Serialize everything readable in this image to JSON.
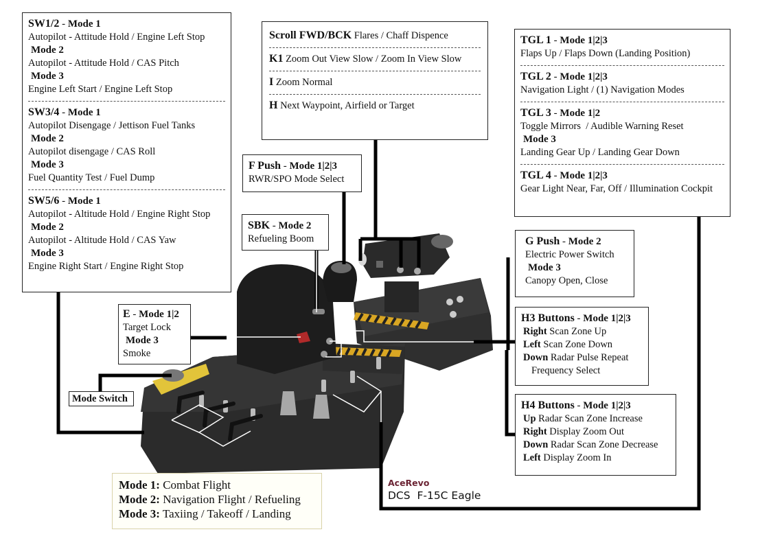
{
  "sw_box": {
    "sections": [
      {
        "control": "SW1/2",
        "modes": [
          {
            "mode": "Mode 1",
            "action": "Autopilot - Attitude Hold / Engine Left Stop"
          },
          {
            "mode": "Mode 2",
            "action": "Autopilot - Attitude Hold / CAS Pitch"
          },
          {
            "mode": "Mode 3",
            "action": "Engine Left Start / Engine Left Stop"
          }
        ]
      },
      {
        "control": "SW3/4",
        "modes": [
          {
            "mode": "Mode 1",
            "action": "Autopilot Disengage / Jettison Fuel Tanks"
          },
          {
            "mode": "Mode 2",
            "action": "Autopilot disengage / CAS Roll"
          },
          {
            "mode": "Mode 3",
            "action": "Fuel Quantity Test / Fuel Dump"
          }
        ]
      },
      {
        "control": "SW5/6",
        "modes": [
          {
            "mode": "Mode 1",
            "action": "Autopilot - Altitude Hold / Engine Right Stop"
          },
          {
            "mode": "Mode 2",
            "action": "Autopilot - Altitude Hold / CAS Yaw"
          },
          {
            "mode": "Mode 3",
            "action": "Engine Right Start / Engine Right Stop"
          }
        ]
      }
    ]
  },
  "scroll_box": {
    "items": [
      {
        "key": "Scroll FWD/BCK",
        "action": "Flares / Chaff Dispence"
      },
      {
        "key": "K1",
        "action": "Zoom Out View Slow / Zoom In View Slow"
      },
      {
        "key": "I",
        "action": "Zoom Normal"
      },
      {
        "key": "H",
        "action": "Next Waypoint, Airfield or Target"
      }
    ]
  },
  "fpush_box": {
    "control": "F Push",
    "mode": "Mode 1|2|3",
    "action": "RWR/SPO Mode Select"
  },
  "sbk_box": {
    "control": "SBK",
    "mode": "Mode 2",
    "action": "Refueling Boom"
  },
  "e_box": {
    "control": "E",
    "mode1": "Mode 1|2",
    "action1": "Target Lock",
    "mode2": "Mode 3",
    "action2": "Smoke"
  },
  "mode_switch": {
    "label": "Mode Switch"
  },
  "tgl_box": {
    "sections": [
      {
        "control": "TGL 1",
        "mode": "Mode 1|2|3",
        "lines": [
          "Flaps Up / Flaps Down (Landing Position)"
        ]
      },
      {
        "control": "TGL 2",
        "mode": "Mode 1|2|3",
        "lines": [
          "Navigation Light / (1) Navigation Modes"
        ]
      },
      {
        "control": "TGL 3",
        "mode": "Mode 1|2",
        "lines": [
          "Toggle Mirrors  / Audible Warning Reset"
        ],
        "extra_mode": "Mode 3",
        "extra_lines": [
          "Landing Gear Up / Landing Gear Down"
        ]
      },
      {
        "control": "TGL 4",
        "mode": "Mode 1|2|3",
        "lines": [
          "Gear Light Near, Far, Off / Illumination Cockpit"
        ]
      }
    ]
  },
  "gpush_box": {
    "control": "G Push",
    "mode1": "Mode 2",
    "action1": "Electric Power Switch",
    "mode2": "Mode 3",
    "action2": "Canopy Open, Close"
  },
  "h3_box": {
    "control": "H3 Buttons",
    "mode": "Mode 1|2|3",
    "items": [
      {
        "dir": "Right",
        "action": "Scan Zone Up"
      },
      {
        "dir": "Left",
        "action": "Scan Zone Down"
      },
      {
        "dir": "Down",
        "action": "Radar Pulse Repeat"
      }
    ],
    "continuation": "Frequency Select"
  },
  "h4_box": {
    "control": "H4 Buttons",
    "mode": "Mode 1|2|3",
    "items": [
      {
        "dir": "Up",
        "action": "Radar Scan Zone Increase"
      },
      {
        "dir": "Right",
        "action": "Display Zoom Out"
      },
      {
        "dir": "Down",
        "action": "Radar Scan Zone Decrease"
      },
      {
        "dir": "Left",
        "action": "Display Zoom In"
      }
    ]
  },
  "legend": {
    "items": [
      {
        "mode": "Mode 1:",
        "desc": "Combat Flight"
      },
      {
        "mode": "Mode 2:",
        "desc": "Navigation Flight / Refueling"
      },
      {
        "mode": "Mode 3:",
        "desc": "Taxiing / Takeoff / Landing"
      }
    ]
  },
  "brand": {
    "org": "AceRevo",
    "title": "DCS  F-15C Eagle"
  },
  "colors": {
    "brand": "#6b2434",
    "hazard_yellow": "#e3b72a",
    "device_dark": "#2b2b2b",
    "button_red": "#b02a2a"
  }
}
